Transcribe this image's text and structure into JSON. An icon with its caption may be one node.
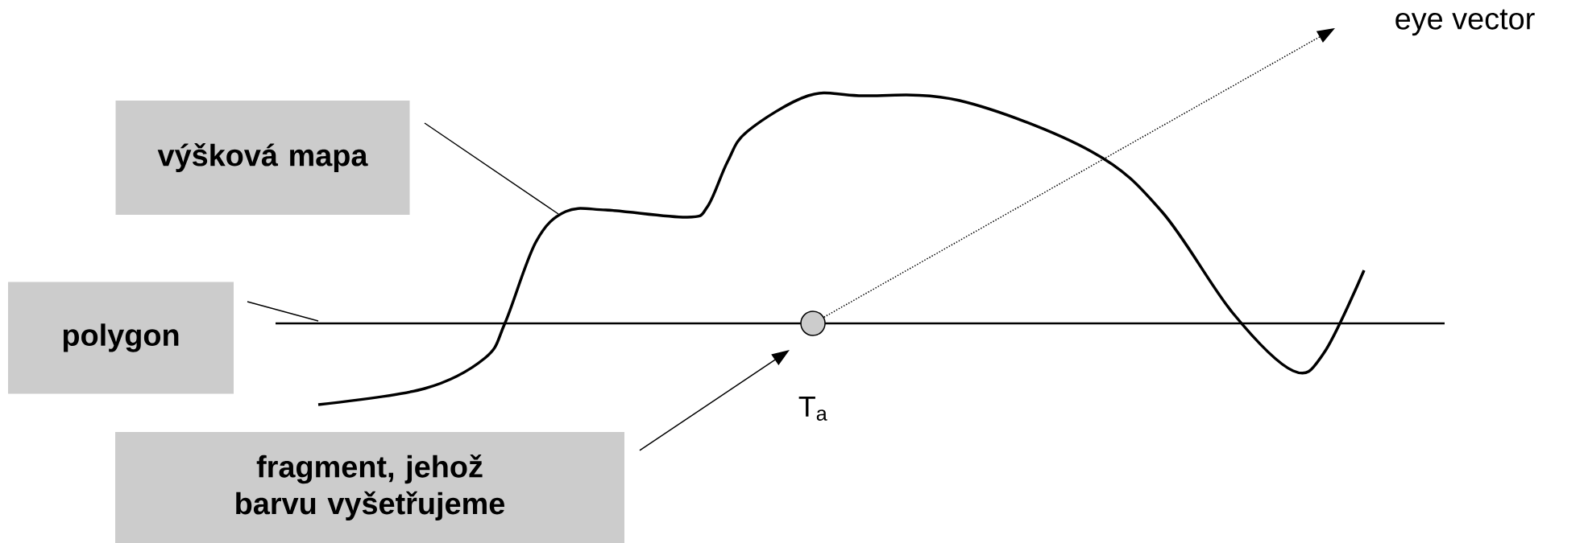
{
  "diagram": {
    "nodes": [
      {
        "text": [
          "výšková mapa"
        ]
      },
      {
        "text": [
          "polygon"
        ]
      },
      {
        "text": [
          "fragment, jehož barvu vyšetřujeme"
        ]
      },
      {
        "text": [],
        "shape": "circle",
        "beside": [
          "T$_{a}$"
        ]
      },
      {
        "text": [
          "eye vector"
        ]
      }
    ],
    "edges": [
      {
        "from": 0,
        "to": null,
        "arrow": "none"
      },
      {
        "from": 1,
        "to": null,
        "arrow": "none"
      },
      {
        "from": 2,
        "to": 3,
        "arrow": "to"
      },
      {
        "from": 3,
        "to": 4,
        "arrow": "to",
        "style": "dashed"
      }
    ]
  }
}
